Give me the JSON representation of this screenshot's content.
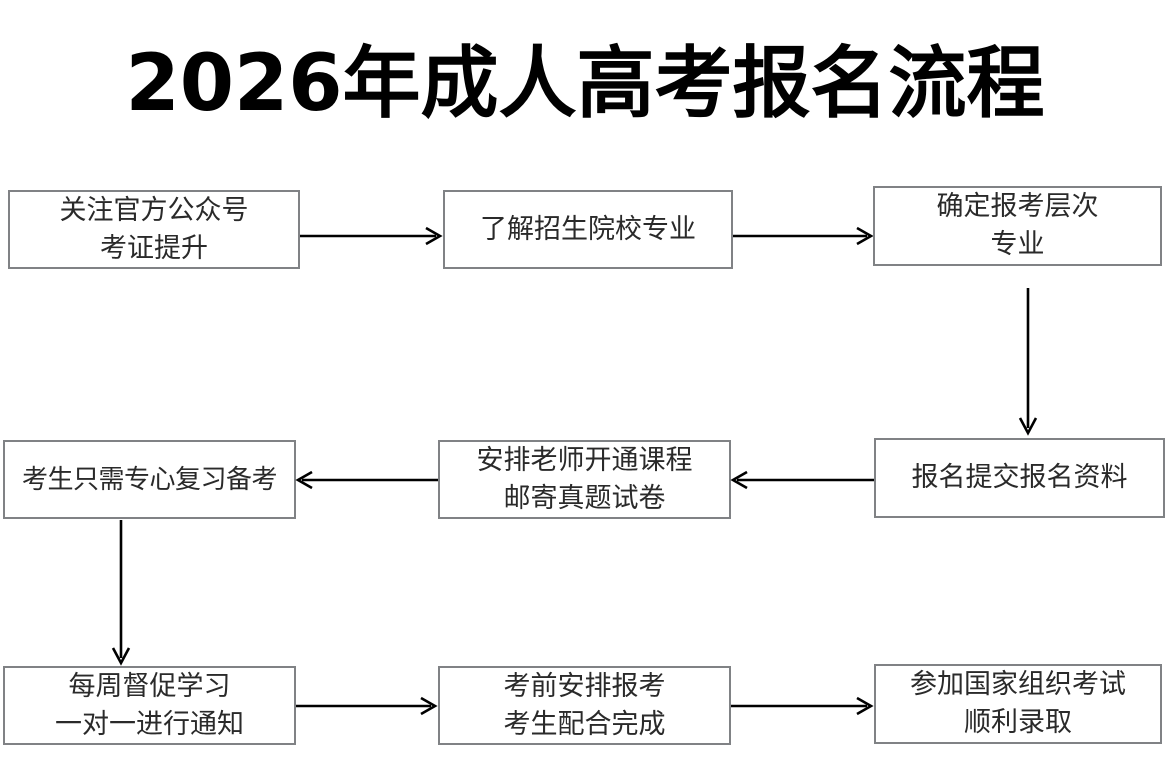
{
  "page": {
    "title": "2026年成人高考报名流程",
    "background_color": "#ffffff",
    "box_border_color": "#808285",
    "box_fill_color": "#ffffff",
    "text_color": "#2a2a2a",
    "arrow_color": "#000000"
  },
  "nodes": [
    {
      "id": "node-1",
      "name": "follow-official-account",
      "lines": [
        "关注官方公众号",
        "考证提升"
      ]
    },
    {
      "id": "node-2",
      "name": "learn-schools-majors",
      "lines": [
        "了解招生院校专业"
      ]
    },
    {
      "id": "node-3",
      "name": "confirm-level-major",
      "lines": [
        "确定报考层次",
        "专业"
      ]
    },
    {
      "id": "node-4",
      "name": "student-focus-review",
      "lines": [
        "考生只需专心复习备考"
      ]
    },
    {
      "id": "node-5",
      "name": "teacher-opens-course",
      "lines": [
        "安排老师开通课程",
        "邮寄真题试卷"
      ]
    },
    {
      "id": "node-6",
      "name": "submit-application-materials",
      "lines": [
        "报名提交报名资料"
      ]
    },
    {
      "id": "node-7",
      "name": "weekly-study-supervision",
      "lines": [
        "每周督促学习",
        "一对一进行通知"
      ]
    },
    {
      "id": "node-8",
      "name": "pre-exam-registration",
      "lines": [
        "考前安排报考",
        "考生配合完成"
      ]
    },
    {
      "id": "node-9",
      "name": "attend-national-exam",
      "lines": [
        "参加国家组织考试",
        "顺利录取"
      ]
    }
  ],
  "connectors": [
    {
      "name": "arrow-node1-to-node2",
      "direction": "right"
    },
    {
      "name": "arrow-node2-to-node3",
      "direction": "right"
    },
    {
      "name": "arrow-node3-to-node6",
      "direction": "down"
    },
    {
      "name": "arrow-node6-to-node5",
      "direction": "left"
    },
    {
      "name": "arrow-node5-to-node4",
      "direction": "left"
    },
    {
      "name": "arrow-node4-to-node7",
      "direction": "down"
    },
    {
      "name": "arrow-node7-to-node8",
      "direction": "right"
    },
    {
      "name": "arrow-node8-to-node9",
      "direction": "right"
    }
  ]
}
